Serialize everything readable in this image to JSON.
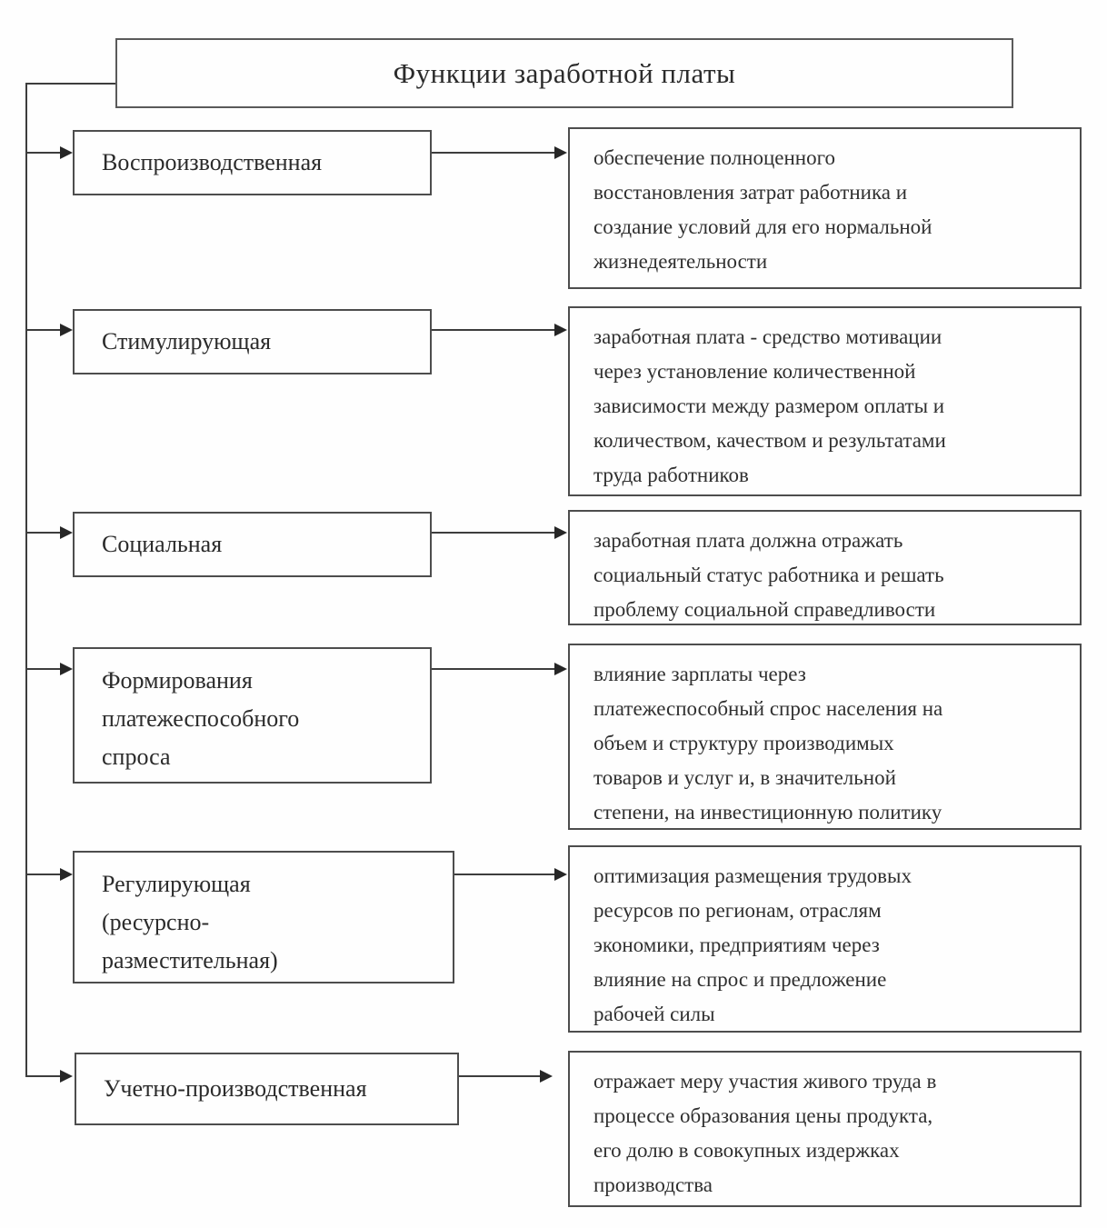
{
  "diagram": {
    "title": "Функции заработной платы",
    "rows": [
      {
        "label": "Воспроизводственная",
        "description": "обеспечение полноценного\nвосстановления затрат работника и\nсоздание условий для его нормальной\nжизнедеятельности"
      },
      {
        "label": "Стимулирующая",
        "description": "заработная плата - средство мотивации\nчерез установление количественной\nзависимости между размером оплаты и\nколичеством, качеством и результатами\nтруда работников"
      },
      {
        "label": "Социальная",
        "description": "заработная плата должна отражать\nсоциальный статус работника и решать\nпроблему социальной справедливости"
      },
      {
        "label": "Формирования\nплатежеспособного\nспроса",
        "description": "влияние зарплаты через\nплатежеспособный спрос населения на\nобъем и структуру производимых\nтоваров и услуг и, в значительной\nстепени, на инвестиционную политику"
      },
      {
        "label": "Регулирующая\n(ресурсно-\nразместительная)",
        "description": "оптимизация размещения трудовых\nресурсов по регионам, отраслям\nэкономики, предприятиям через\nвлияние на спрос и предложение\nрабочей силы"
      },
      {
        "label": "Учетно-производственная",
        "description": "отражает меру участия живого труда в\nпроцессе образования цены продукта,\nего долю в совокупных издержках\nпроизводства"
      }
    ]
  }
}
